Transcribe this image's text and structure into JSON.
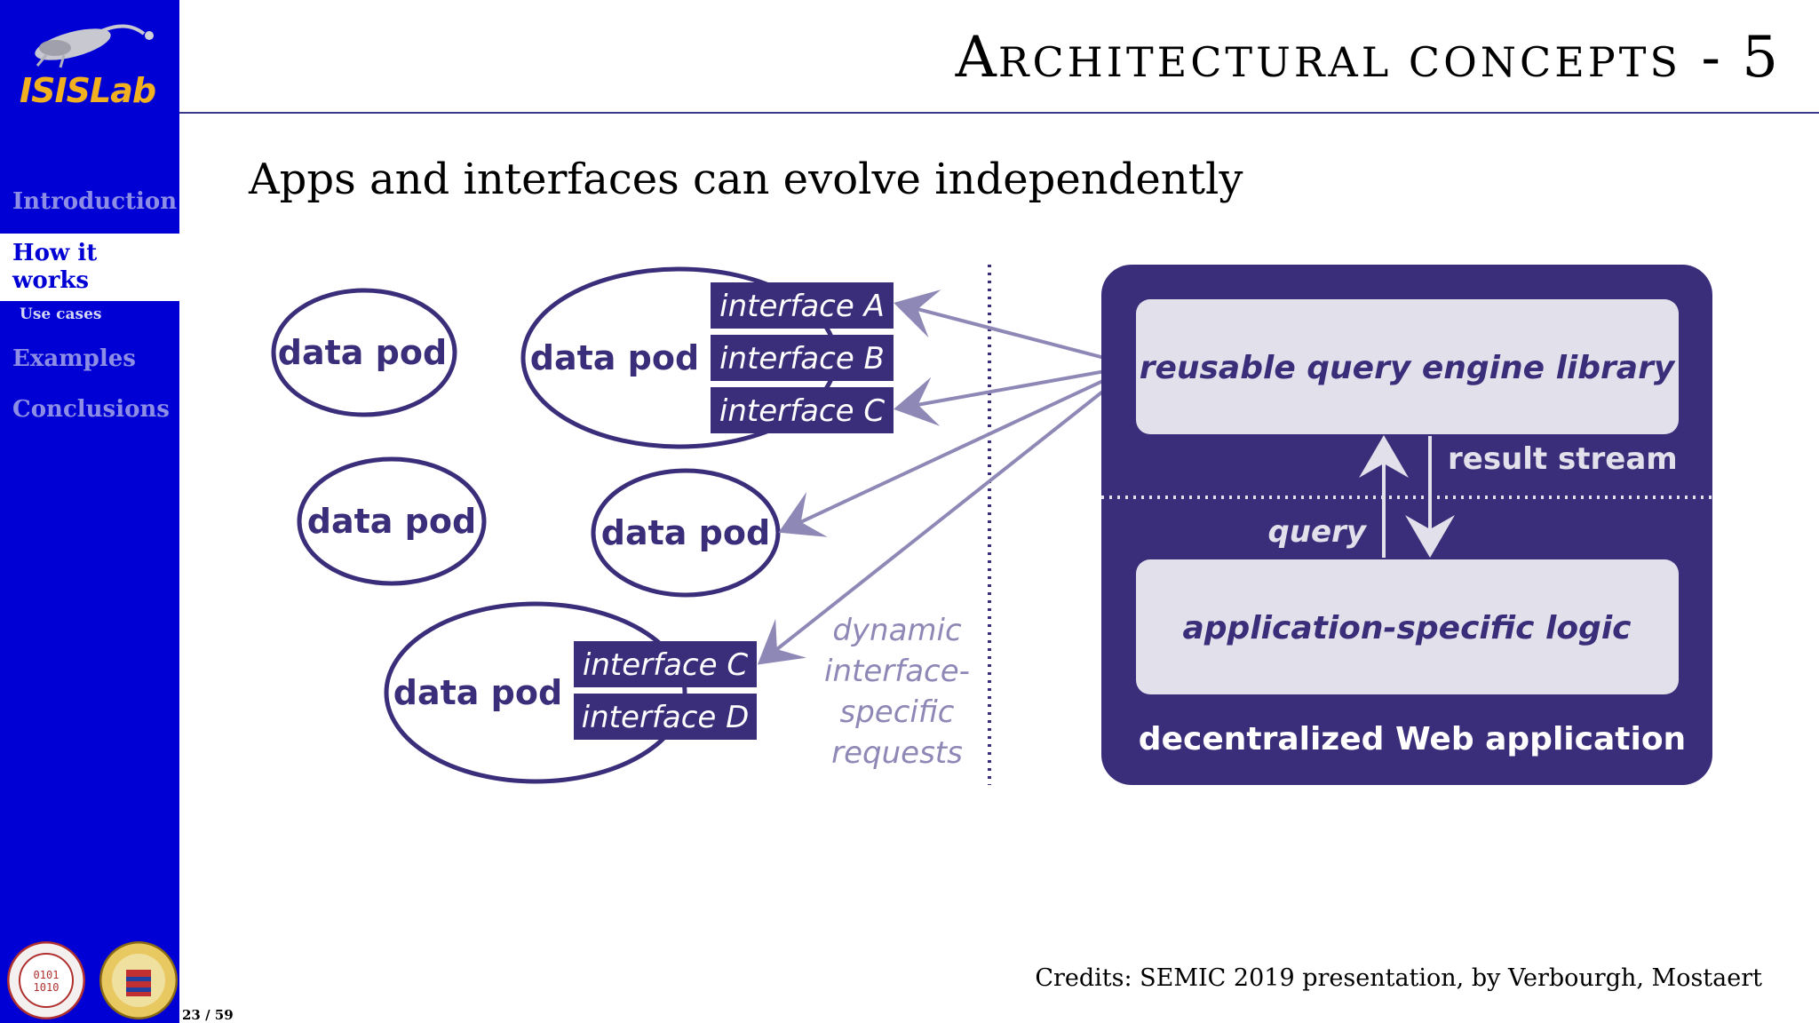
{
  "sidebar": {
    "logo_text": "ISISLab",
    "nav": [
      {
        "label": "Introduction"
      },
      {
        "label": "How it\nworks"
      },
      {
        "label": "Use cases"
      },
      {
        "label": "Examples"
      },
      {
        "label": "Conclusions"
      }
    ]
  },
  "slide": {
    "title_first": "A",
    "title_rest": "RCHITECTURAL CONCEPTS",
    "title_suffix": " - 5",
    "subtitle": "Apps and interfaces can evolve independently",
    "credits": "Credits: SEMIC 2019 presentation, by Verbourgh, Mostaert",
    "page": "23 / 59"
  },
  "diagram": {
    "pods": [
      "data pod",
      "data pod",
      "data pod",
      "data pod",
      "data pod"
    ],
    "interfaces_top": [
      "interface A",
      "interface B",
      "interface C"
    ],
    "interfaces_bottom": [
      "interface C",
      "interface D"
    ],
    "request_note": [
      "dynamic",
      "interface-",
      "specific",
      "requests"
    ],
    "engine_label": "reusable query engine library",
    "logic_label": "application-specific logic",
    "app_label": "decentralized Web application",
    "result_stream": "result stream",
    "query": "query",
    "colors": {
      "purple": "#3a2e7a",
      "light": "#e2e0ea",
      "arrow": "#8e88b6"
    }
  }
}
